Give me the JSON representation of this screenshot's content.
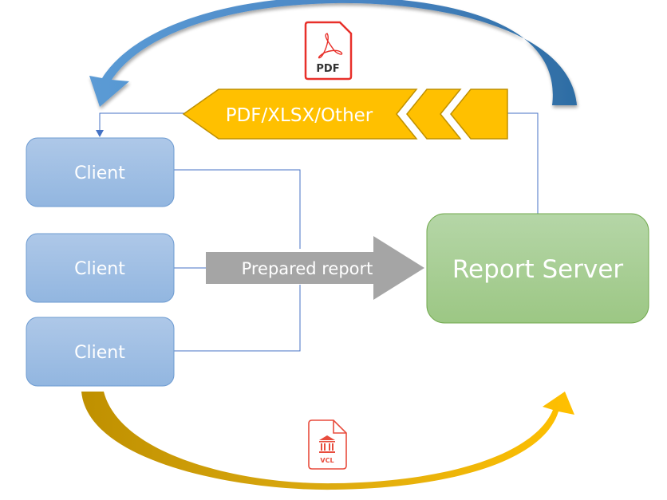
{
  "diagram": {
    "clients": [
      {
        "label": "Client"
      },
      {
        "label": "Client"
      },
      {
        "label": "Client"
      }
    ],
    "server": {
      "label": "Report Server"
    },
    "request_arrow": {
      "label": "Prepared report"
    },
    "response_arrow": {
      "label": "PDF/XLSX/Other"
    },
    "top_icon": {
      "name": "pdf-file-icon",
      "caption": "PDF"
    },
    "bottom_icon": {
      "name": "vcl-file-icon",
      "caption": "VCL"
    },
    "colors": {
      "client_fill_top": "#aec8e8",
      "client_fill_bottom": "#92b6e0",
      "client_border": "#6d9bd1",
      "server_fill_top": "#b5d6a7",
      "server_fill_bottom": "#9cc784",
      "server_border": "#71a94e",
      "gold_fill": "#ffc000",
      "gold_border": "#bf9000",
      "gray_arrow": "#a5a5a5",
      "connector": "#4472c4",
      "blue_arc_light": "#5b9bd5",
      "blue_arc_dark": "#2e6da4",
      "gold_arc_dark": "#bf9000",
      "gold_arc_light": "#ffc000",
      "icon_red": "#e84c3d"
    }
  }
}
